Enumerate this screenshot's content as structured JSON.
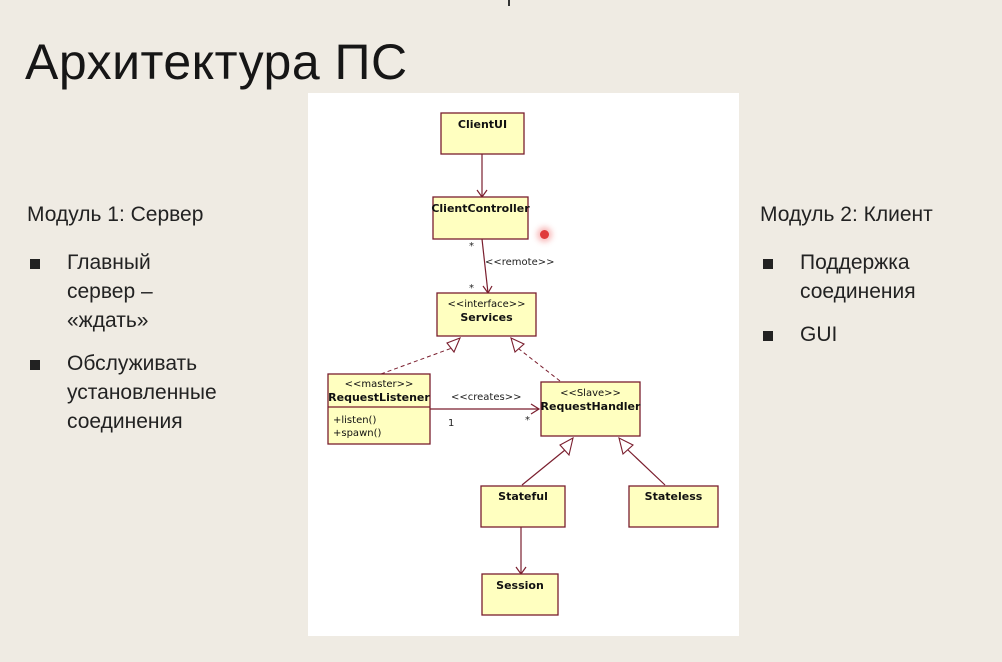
{
  "slide": {
    "title": "Архитектура ПС"
  },
  "left_module": {
    "title": "Модуль 1: Сервер",
    "items": [
      {
        "lines": [
          "Главный",
          "сервер –",
          "«ждать»"
        ]
      },
      {
        "lines": [
          "Обслуживать",
          "установленные",
          "соединения"
        ]
      }
    ]
  },
  "right_module": {
    "title": "Модуль 2: Клиент",
    "items": [
      {
        "lines": [
          "Поддержка",
          "соединения"
        ]
      },
      {
        "lines": [
          "GUI"
        ]
      }
    ]
  },
  "diagram": {
    "classes": {
      "client_ui": {
        "name": "ClientUI"
      },
      "client_controller": {
        "name": "ClientController"
      },
      "services": {
        "stereotype": "<<interface>>",
        "name": "Services"
      },
      "request_listener": {
        "stereotype": "<<master>>",
        "name": "RequestListener",
        "methods": [
          "+listen()",
          "+spawn()"
        ]
      },
      "request_handler": {
        "stereotype": "<<Slave>>",
        "name": "RequestHandler"
      },
      "stateful": {
        "name": "Stateful"
      },
      "stateless": {
        "name": "Stateless"
      },
      "session": {
        "name": "Session"
      }
    },
    "relations": {
      "remote": {
        "label": "<<remote>>",
        "mult_source": "*",
        "mult_target": "*"
      },
      "creates": {
        "label": "<<creates>>",
        "mult_source": "1",
        "mult_target": "*"
      }
    }
  }
}
